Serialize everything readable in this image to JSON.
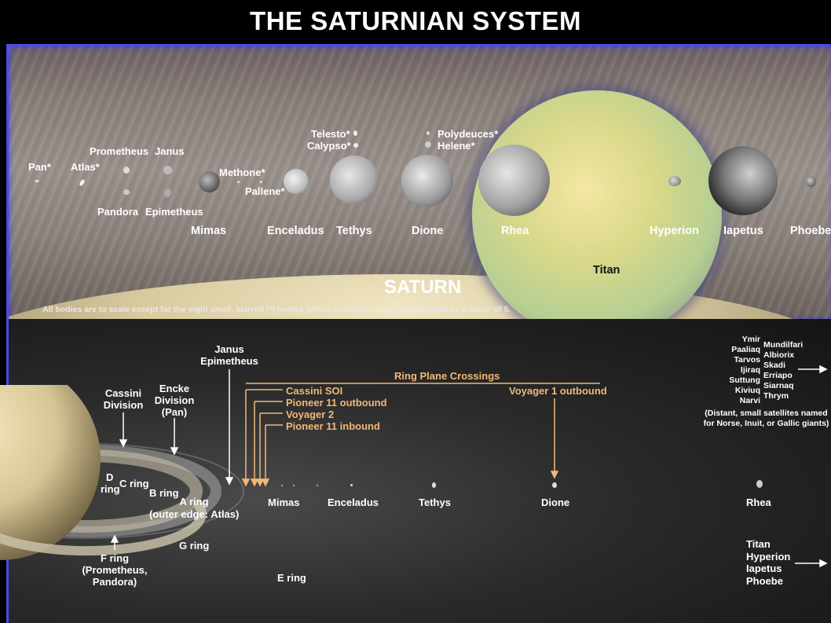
{
  "title": "THE SATURNIAN SYSTEM",
  "top": {
    "moons": {
      "pan": "Pan*",
      "atlas": "Atlas*",
      "prometheus": "Prometheus",
      "janus": "Janus",
      "pandora": "Pandora",
      "epimetheus": "Epimetheus",
      "methone": "Methone*",
      "pallene": "Pallene*",
      "mimas": "Mimas",
      "enceladus": "Enceladus",
      "telesto": "Telesto*",
      "calypso": "Calypso*",
      "tethys": "Tethys",
      "polydeuces": "Polydeuces*",
      "helene": "Helene*",
      "dione": "Dione",
      "rhea": "Rhea",
      "titan": "Titan",
      "hyperion": "Hyperion",
      "iapetus": "Iapetus",
      "phoebe": "Phoebe"
    },
    "saturn": "SATURN",
    "note": "All bodies are to scale except for the eight small, starred (*) bodies whose sizes have been exaggerated by a factor of 5."
  },
  "bottom": {
    "janus_epimetheus": [
      "Janus",
      "Epimetheus"
    ],
    "cassini_division": [
      "Cassini",
      "Division"
    ],
    "encke_division": [
      "Encke",
      "Division",
      "(Pan)"
    ],
    "ring_plane_title": "Ring Plane Crossings",
    "crossings": [
      "Cassini SOI",
      "Pioneer 11 outbound",
      "Voyager 2",
      "Pioneer 11 inbound"
    ],
    "voyager1": "Voyager 1 outbound",
    "rings": {
      "d": [
        "D",
        "ring"
      ],
      "c": "C ring",
      "b": "B ring",
      "a": [
        "A ring",
        "(outer edge: Atlas)"
      ],
      "f": [
        "F ring",
        "(Prometheus,",
        "Pandora)"
      ],
      "g": "G ring",
      "e": "E ring"
    },
    "moons": {
      "mimas": "Mimas",
      "enceladus": "Enceladus",
      "tethys": "Tethys",
      "dione": "Dione",
      "rhea": "Rhea"
    },
    "distant_left": [
      "Ymir",
      "Paaliaq",
      "Tarvos",
      "Ijiraq",
      "Suttung",
      "Kiviuq",
      "Narvi"
    ],
    "distant_right": [
      "Mundilfari",
      "Albiorix",
      "Skadi",
      "Erriapo",
      "Siarnaq",
      "Thrym"
    ],
    "distant_note": [
      "(Distant, small satellites named",
      "for Norse, Inuit, or Gallic giants)"
    ],
    "outer_moons": [
      "Titan",
      "Hyperion",
      "Iapetus",
      "Phoebe"
    ]
  },
  "colors": {
    "frame": "#4a4ae6",
    "crossing": "#f0b878"
  }
}
